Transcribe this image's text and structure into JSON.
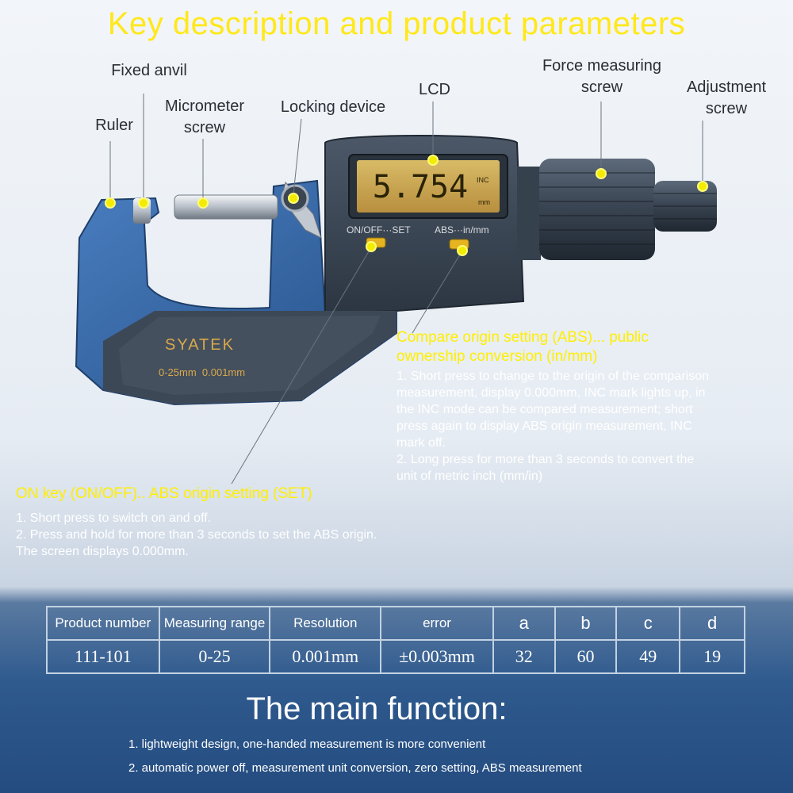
{
  "title": "Key description and product parameters",
  "labels": {
    "fixed_anvil": "Fixed anvil",
    "ruler": "Ruler",
    "micrometer_screw_1": "Micrometer",
    "micrometer_screw_2": "screw",
    "locking_device": "Locking device",
    "lcd": "LCD",
    "force_1": "Force measuring",
    "force_2": "screw",
    "adjust_1": "Adjustment",
    "adjust_2": "screw"
  },
  "device": {
    "display_value": "5.754",
    "display_inc": "INC",
    "display_mm": "mm",
    "key_left_label": "ON/OFF···SET",
    "key_right_label": "ABS···in/mm",
    "brand": "SYATEK",
    "range_text": "0-25mm  0.001mm"
  },
  "abs_section": {
    "heading_1": "Compare origin setting (ABS)... public",
    "heading_2": "ownership conversion (in/mm)",
    "lines": [
      "1. Short press to change to the origin of the comparison",
      "measurement, display 0.000mm, INC mark lights up, in",
      "the INC mode can be compared measurement; short",
      "press again to display ABS origin measurement, INC",
      "mark off.",
      "2. Long press for more than 3 seconds to convert the",
      "unit of metric inch (mm/in)"
    ]
  },
  "on_section": {
    "heading": "ON key (ON/OFF).. ABS origin setting (SET)",
    "lines": [
      "1. Short press to switch on and off.",
      "2. Press and hold for more than 3 seconds to set the ABS origin.",
      "The screen displays 0.000mm."
    ]
  },
  "spec_table": {
    "headers": [
      "Product number",
      "Measuring range",
      "Resolution",
      "error",
      "a",
      "b",
      "c",
      "d"
    ],
    "values": [
      "111-101",
      "0-25",
      "0.001mm",
      "±0.003mm",
      "32",
      "60",
      "49",
      "19"
    ]
  },
  "functions": {
    "title": "The main function:",
    "items": [
      "1. lightweight design, one-handed measurement is more convenient",
      "2. automatic power off, measurement unit conversion, zero setting, ABS measurement"
    ]
  },
  "colors": {
    "accent_yellow": "#ffee00",
    "frame_blue": "#2d5d98",
    "body_dark": "#3a4655",
    "lcd_gold": "#c9a54e"
  }
}
